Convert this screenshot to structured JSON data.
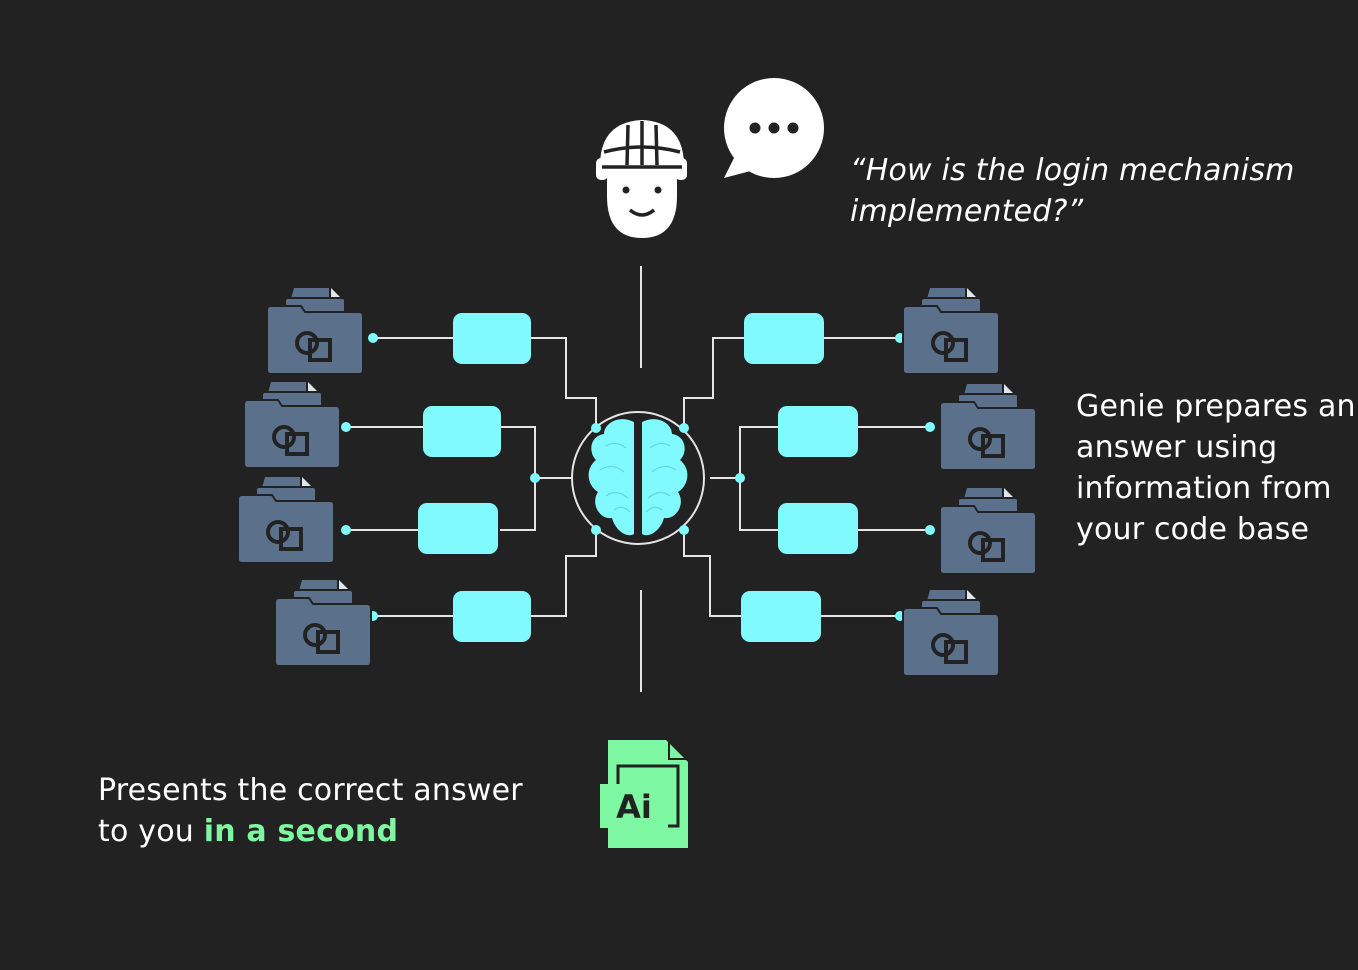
{
  "question": {
    "line1": "“How is the login mechanism",
    "line2": "implemented?”"
  },
  "genie": {
    "line1": "Genie prepares an",
    "line2": "answer using",
    "line3": "information from",
    "line4": "your code base"
  },
  "presents": {
    "line1": "Presents the correct answer",
    "line2_prefix": "to you ",
    "line2_highlight": "in a second"
  },
  "output_file": {
    "label": "Ai"
  },
  "icons": {
    "user": "worker-avatar-icon",
    "speech": "speech-bubble-icon",
    "brain": "brain-icon",
    "source": "folder-files-icon",
    "output": "ai-file-icon"
  },
  "colors": {
    "background": "#222222",
    "folder": "#5b718b",
    "node": "#80fafe",
    "accent_green": "#7ef7a2",
    "line": "#e5e5e5"
  }
}
